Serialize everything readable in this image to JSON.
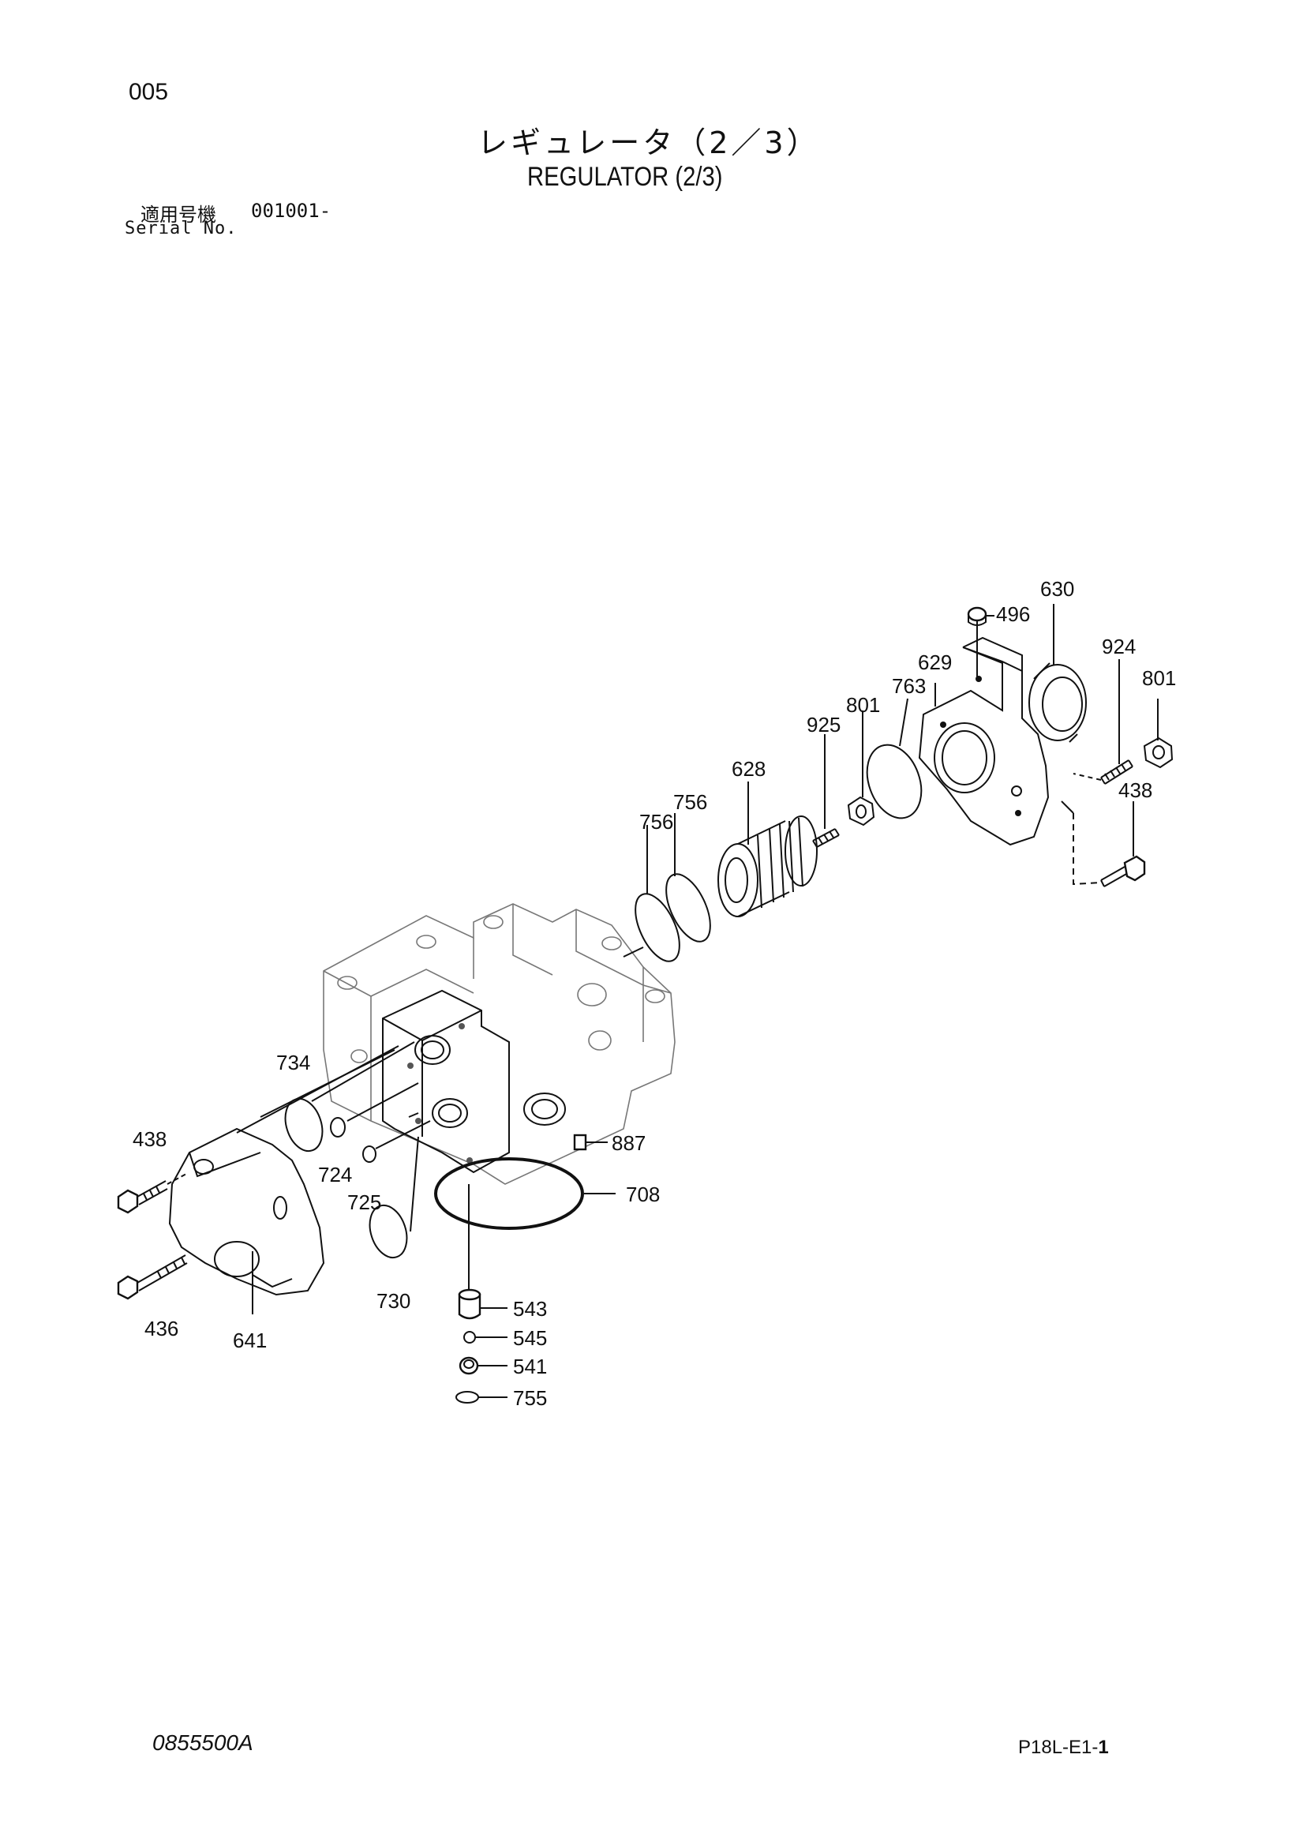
{
  "header": {
    "page_number": "005",
    "title_jp": "レギュレータ（2／3）",
    "title_en": "REGULATOR (2/3)",
    "serial_label_jp": "適用号機",
    "serial_label_en": "Serial No.",
    "serial_value": "001001-"
  },
  "callouts": {
    "p496": "496",
    "p630": "630",
    "p924": "924",
    "p801a": "801",
    "p629": "629",
    "p763": "763",
    "p801b": "801",
    "p925": "925",
    "p438a": "438",
    "p628": "628",
    "p756a": "756",
    "p756b": "756",
    "p734": "734",
    "p438b": "438",
    "p887": "887",
    "p724": "724",
    "p725": "725",
    "p708": "708",
    "p730": "730",
    "p436": "436",
    "p641": "641",
    "p543": "543",
    "p545": "545",
    "p541": "541",
    "p755": "755"
  },
  "footer": {
    "drawing_code": "0855500A",
    "page_ref_prefix": "P18L-E1-",
    "page_ref_bold": "1"
  }
}
